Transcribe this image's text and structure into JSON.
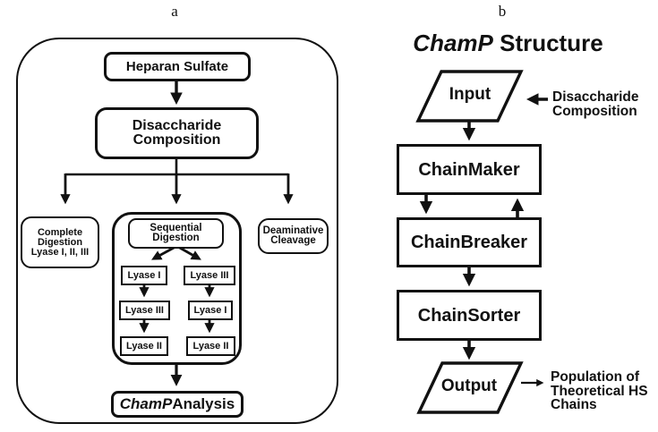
{
  "colors": {
    "ink": "#111111",
    "background": "#ffffff"
  },
  "panel_a": {
    "label": "a",
    "nodes": {
      "heparan": "Heparan Sulfate",
      "disaccharide": [
        "Disaccharide",
        "Composition"
      ],
      "complete": [
        "Complete",
        "Digestion",
        "Lyase I, II, III"
      ],
      "sequential_title": [
        "Sequential",
        "Digestion"
      ],
      "deaminative": [
        "Deaminative",
        "Cleavage"
      ],
      "seq_left": [
        "Lyase I",
        "Lyase III",
        "Lyase II"
      ],
      "seq_right": [
        "Lyase III",
        "Lyase I",
        "Lyase II"
      ],
      "champ_italic": "ChamP",
      "champ_rest": " Analysis"
    }
  },
  "panel_b": {
    "label": "b",
    "title_italic": "ChamP",
    "title_rest": " Structure",
    "nodes": {
      "input": "Input",
      "chainmaker": "ChainMaker",
      "chainbreaker": "ChainBreaker",
      "chainsorter": "ChainSorter",
      "output": "Output"
    },
    "annotations": {
      "input_note": [
        "Disaccharide",
        "Composition"
      ],
      "output_note": [
        "Population of",
        "Theoretical HS",
        "Chains"
      ]
    }
  }
}
